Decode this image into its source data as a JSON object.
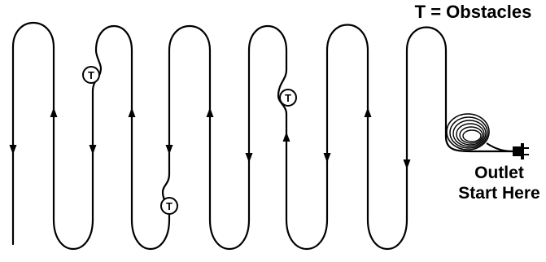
{
  "legend": {
    "text": "T = Obstacles",
    "symbol": "T"
  },
  "outlet": {
    "line1": "Outlet",
    "line2": "Start Here"
  },
  "obstacles": [
    {
      "label": "T"
    },
    {
      "label": "T"
    },
    {
      "label": "T"
    }
  ],
  "colors": {
    "line": "#000000",
    "background": "#ffffff"
  }
}
